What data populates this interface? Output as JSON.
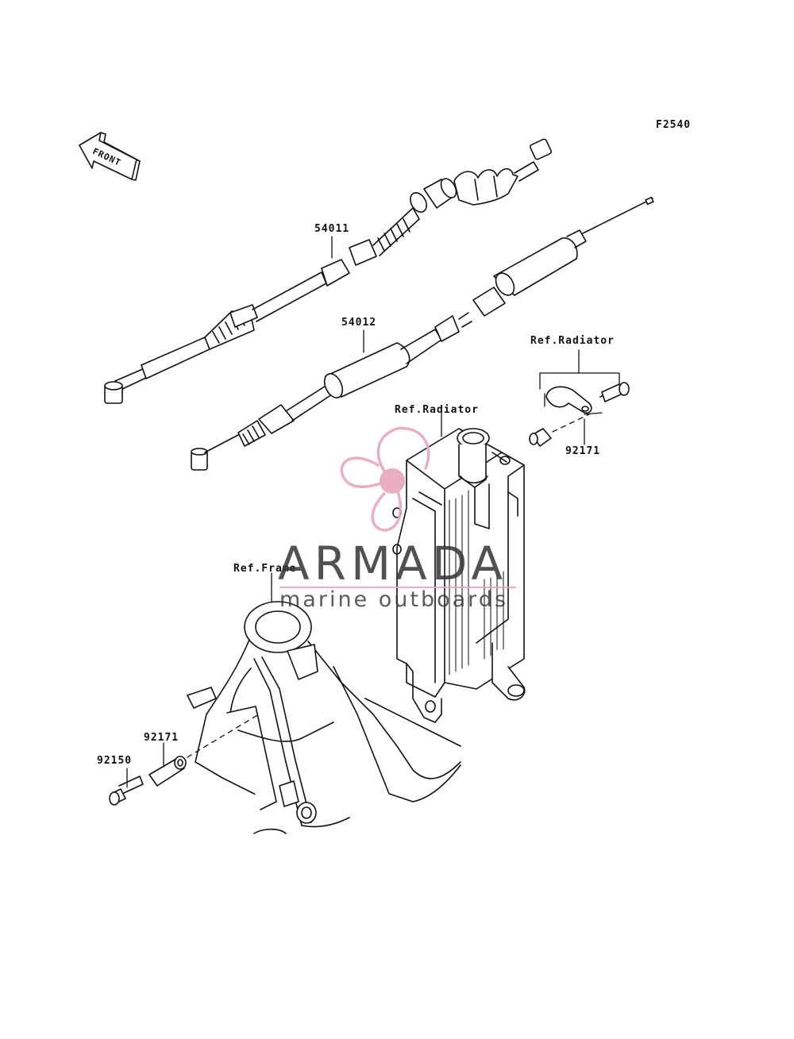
{
  "diagram": {
    "figure_code": "F2540",
    "front_arrow_label": "FRONT",
    "callouts": {
      "cable_upper": "54011",
      "cable_lower": "54012",
      "ref_radiator_top": "Ref.Radiator",
      "ref_radiator_mid": "Ref.Radiator",
      "clamp_right": "92171",
      "ref_frame": "Ref.Frame",
      "clamp_left": "92171",
      "bolt": "92150"
    }
  },
  "watermark": {
    "brand": "ARMADA",
    "tagline": "marine outboards",
    "accent_color": "#e8a6bd"
  }
}
